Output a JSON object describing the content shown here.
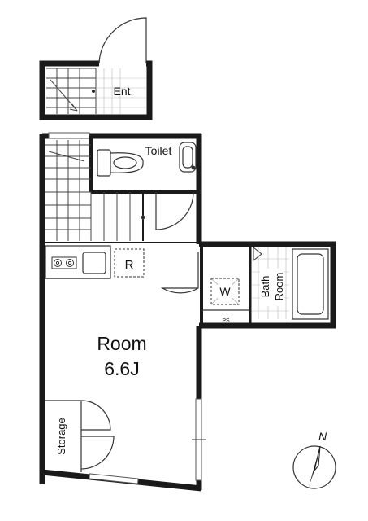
{
  "labels": {
    "entrance": "Ent.",
    "toilet": "Toilet",
    "room_name": "Room",
    "room_size": "6.6J",
    "bath_line1": "Bath",
    "bath_line2": "Room",
    "washer": "W",
    "refrigerator": "R",
    "pipe_space": "PS",
    "storage": "Storage",
    "north": "N"
  },
  "icons": {
    "compass": "north-arrow-icon",
    "stove": "two-burner-stove-icon",
    "sink": "kitchen-sink-icon",
    "toilet": "toilet-icon",
    "washbasin": "hand-basin-icon",
    "bathtub": "bathtub-icon"
  },
  "colors": {
    "wall": "#1a1a1a",
    "line": "#333333",
    "background": "#ffffff"
  }
}
